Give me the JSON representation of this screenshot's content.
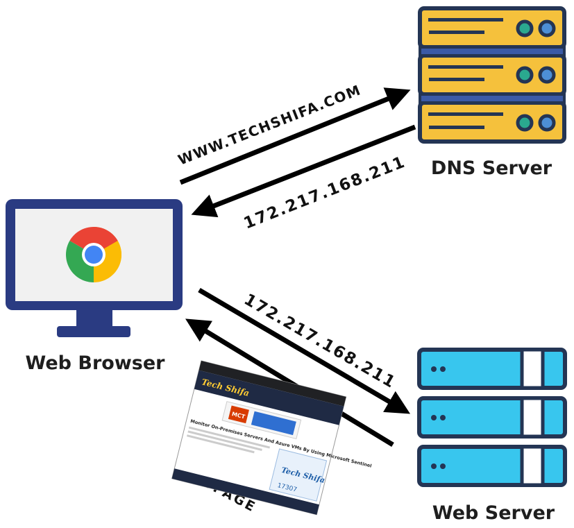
{
  "labels": {
    "dns_request": "WWW.TECHSHIFA.COM",
    "dns_response": "172.217.168.211",
    "web_request": "172.217.168.211",
    "webpage": "WEBPAGE"
  },
  "nodes": {
    "dns_server": "DNS Server",
    "web_browser": "Web Browser",
    "web_server": "Web Server"
  },
  "webpage_thumbnail": {
    "site_name": "Tech Shifa",
    "badge": "MCT",
    "article_title": "Monitor On-Premises Servers And Azure VMs By Using Microsoft Sentinel",
    "counter": "17307"
  },
  "colors": {
    "dns_server": "#f5c13c",
    "web_server": "#38c6ee",
    "outline": "#243554",
    "monitor": "#2a3b82",
    "arrow": "#000000"
  }
}
